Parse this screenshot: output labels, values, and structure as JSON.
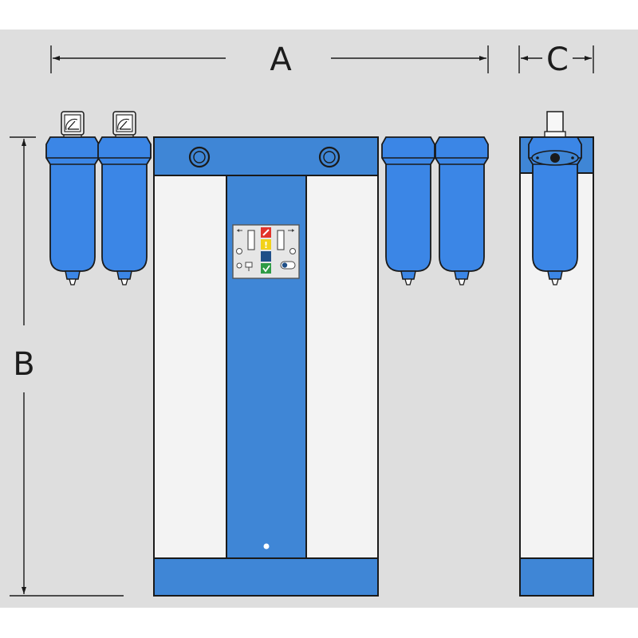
{
  "dimensions": {
    "width_label": "A",
    "height_label": "B",
    "depth_label": "C"
  },
  "colors": {
    "background": "#dedede",
    "panel": "#f3f3f3",
    "unit_blue": "#3f86d6",
    "filter_blue": "#3b86e6",
    "outline": "#1a1a1a",
    "status_red": "#e2342b",
    "status_yellow": "#f2d21a",
    "status_navy": "#1f4f88",
    "status_green": "#2e9b45"
  },
  "front_view": {
    "inlet_filters": [
      {
        "id": "inlet-filter-1",
        "has_gauge": true
      },
      {
        "id": "inlet-filter-2",
        "has_gauge": true
      }
    ],
    "outlet_filters": [
      {
        "id": "outlet-filter-1",
        "has_gauge": false
      },
      {
        "id": "outlet-filter-2",
        "has_gauge": false
      }
    ],
    "header_ports": [
      "left-port",
      "right-port"
    ],
    "control_panel": {
      "status_icons": [
        "wrench-icon",
        "warning-icon",
        "status-icon",
        "check-icon"
      ],
      "tower_indicators": [
        "left-tower-indicator",
        "right-tower-indicator"
      ]
    }
  },
  "side_view": {
    "filter": {
      "id": "side-filter",
      "has_gauge": false
    },
    "top_fitting": "outlet-fitting"
  }
}
